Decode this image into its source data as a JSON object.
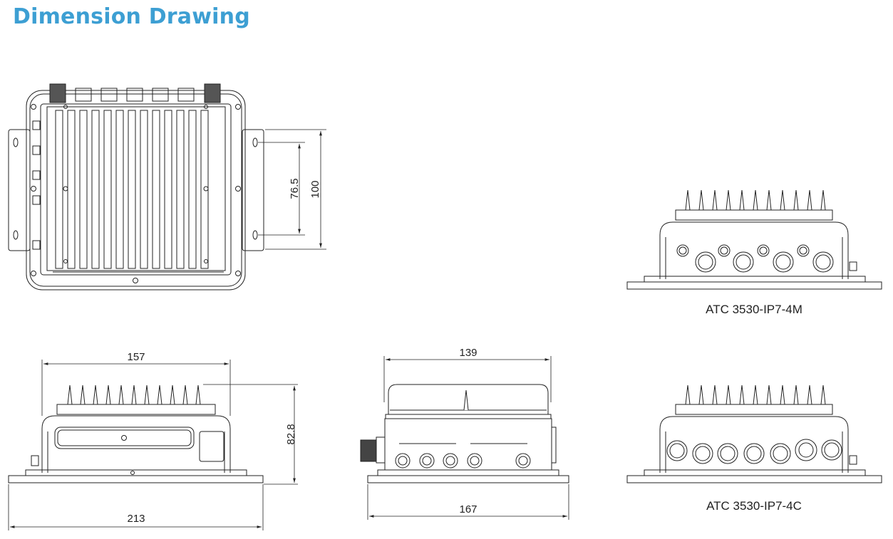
{
  "page": {
    "title": "Dimension Drawing"
  },
  "dimensions": {
    "hole_spacing": "76.5",
    "plate_height": "100",
    "body_width": "157",
    "height": "82.8",
    "plate_width": "213",
    "depth": "139",
    "plate_depth": "167"
  },
  "models": {
    "model_a": "ATC 3530-IP7-4M",
    "model_b": "ATC 3530-IP7-4C"
  },
  "colors": {
    "title": "#3d9fd3",
    "line": "#222222"
  }
}
